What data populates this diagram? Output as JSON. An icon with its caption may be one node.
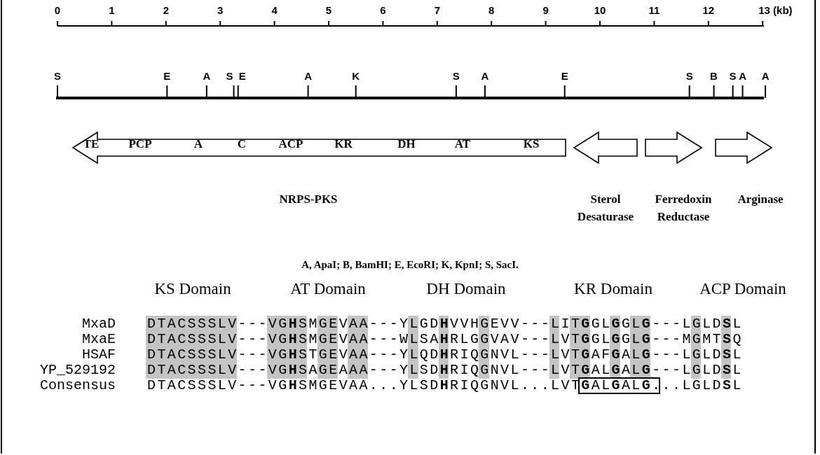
{
  "diagram": {
    "nodes": [
      {
        "text": [
          "TE",
          "PCP",
          "A",
          "C",
          "ACP",
          "KR",
          "DH",
          "AT",
          "KS"
        ],
        "beside": [
          "NRPS-PKS"
        ]
      },
      {
        "text": [],
        "shape": "arrow",
        "beside": [
          "Sterol Desaturase"
        ]
      },
      {
        "text": [],
        "shape": "arrow",
        "beside": [
          "Ferredoxin Reductase"
        ]
      },
      {
        "text": [],
        "shape": "arrow",
        "beside": [
          "Arginase"
        ]
      }
    ],
    "labels": [
      "0",
      "1",
      "2",
      "3",
      "4",
      "5",
      "6",
      "7",
      "8",
      "9",
      "10",
      "11",
      "12",
      "13 (kb)",
      "S",
      "E",
      "A",
      "S",
      "E",
      "A",
      "K",
      "S",
      "A",
      "E",
      "S",
      "B",
      "S",
      "A",
      "A",
      "A, ApaI; B, BamHI; E, EcoRI; K, KpnI; S, SacI.",
      "KS Domain",
      "AT Domain",
      "DH Domain",
      "KR Domain",
      "ACP Domain",
      "MxaD",
      "DTACSSSLV---VG**H**SMGEVAA---YLGD**H**VVHGEVV---LIT**G**GL**G**GL**G**---LGLD**S**L",
      "MxaE",
      "DTACSSSLV---VG**H**SMGEVAA---WLSA**H**RLGGVAV---LVT**G**GL**G**GL**G**---MGMT**S**Q",
      "HSAF",
      "DTACSSSLV---VG**H**STGEVAA---YLQD**H**RIQGNVL---LVT**G**AF**G**AL**G**---LGLD**S**L",
      "YP_529192",
      "DTACSSSLV---VG**H**SAGEAAA---YLSD**H**RIQGNVL---LVT**G**AL**G**AL**G**---LGLD**S**L",
      "Consensus",
      "DTACSSSLV---VG**H**SMGEVAA...YLSD**H**RIQGNVL...LVT**G**AL**G**AL**G**...LGLD**S**L"
    ]
  }
}
